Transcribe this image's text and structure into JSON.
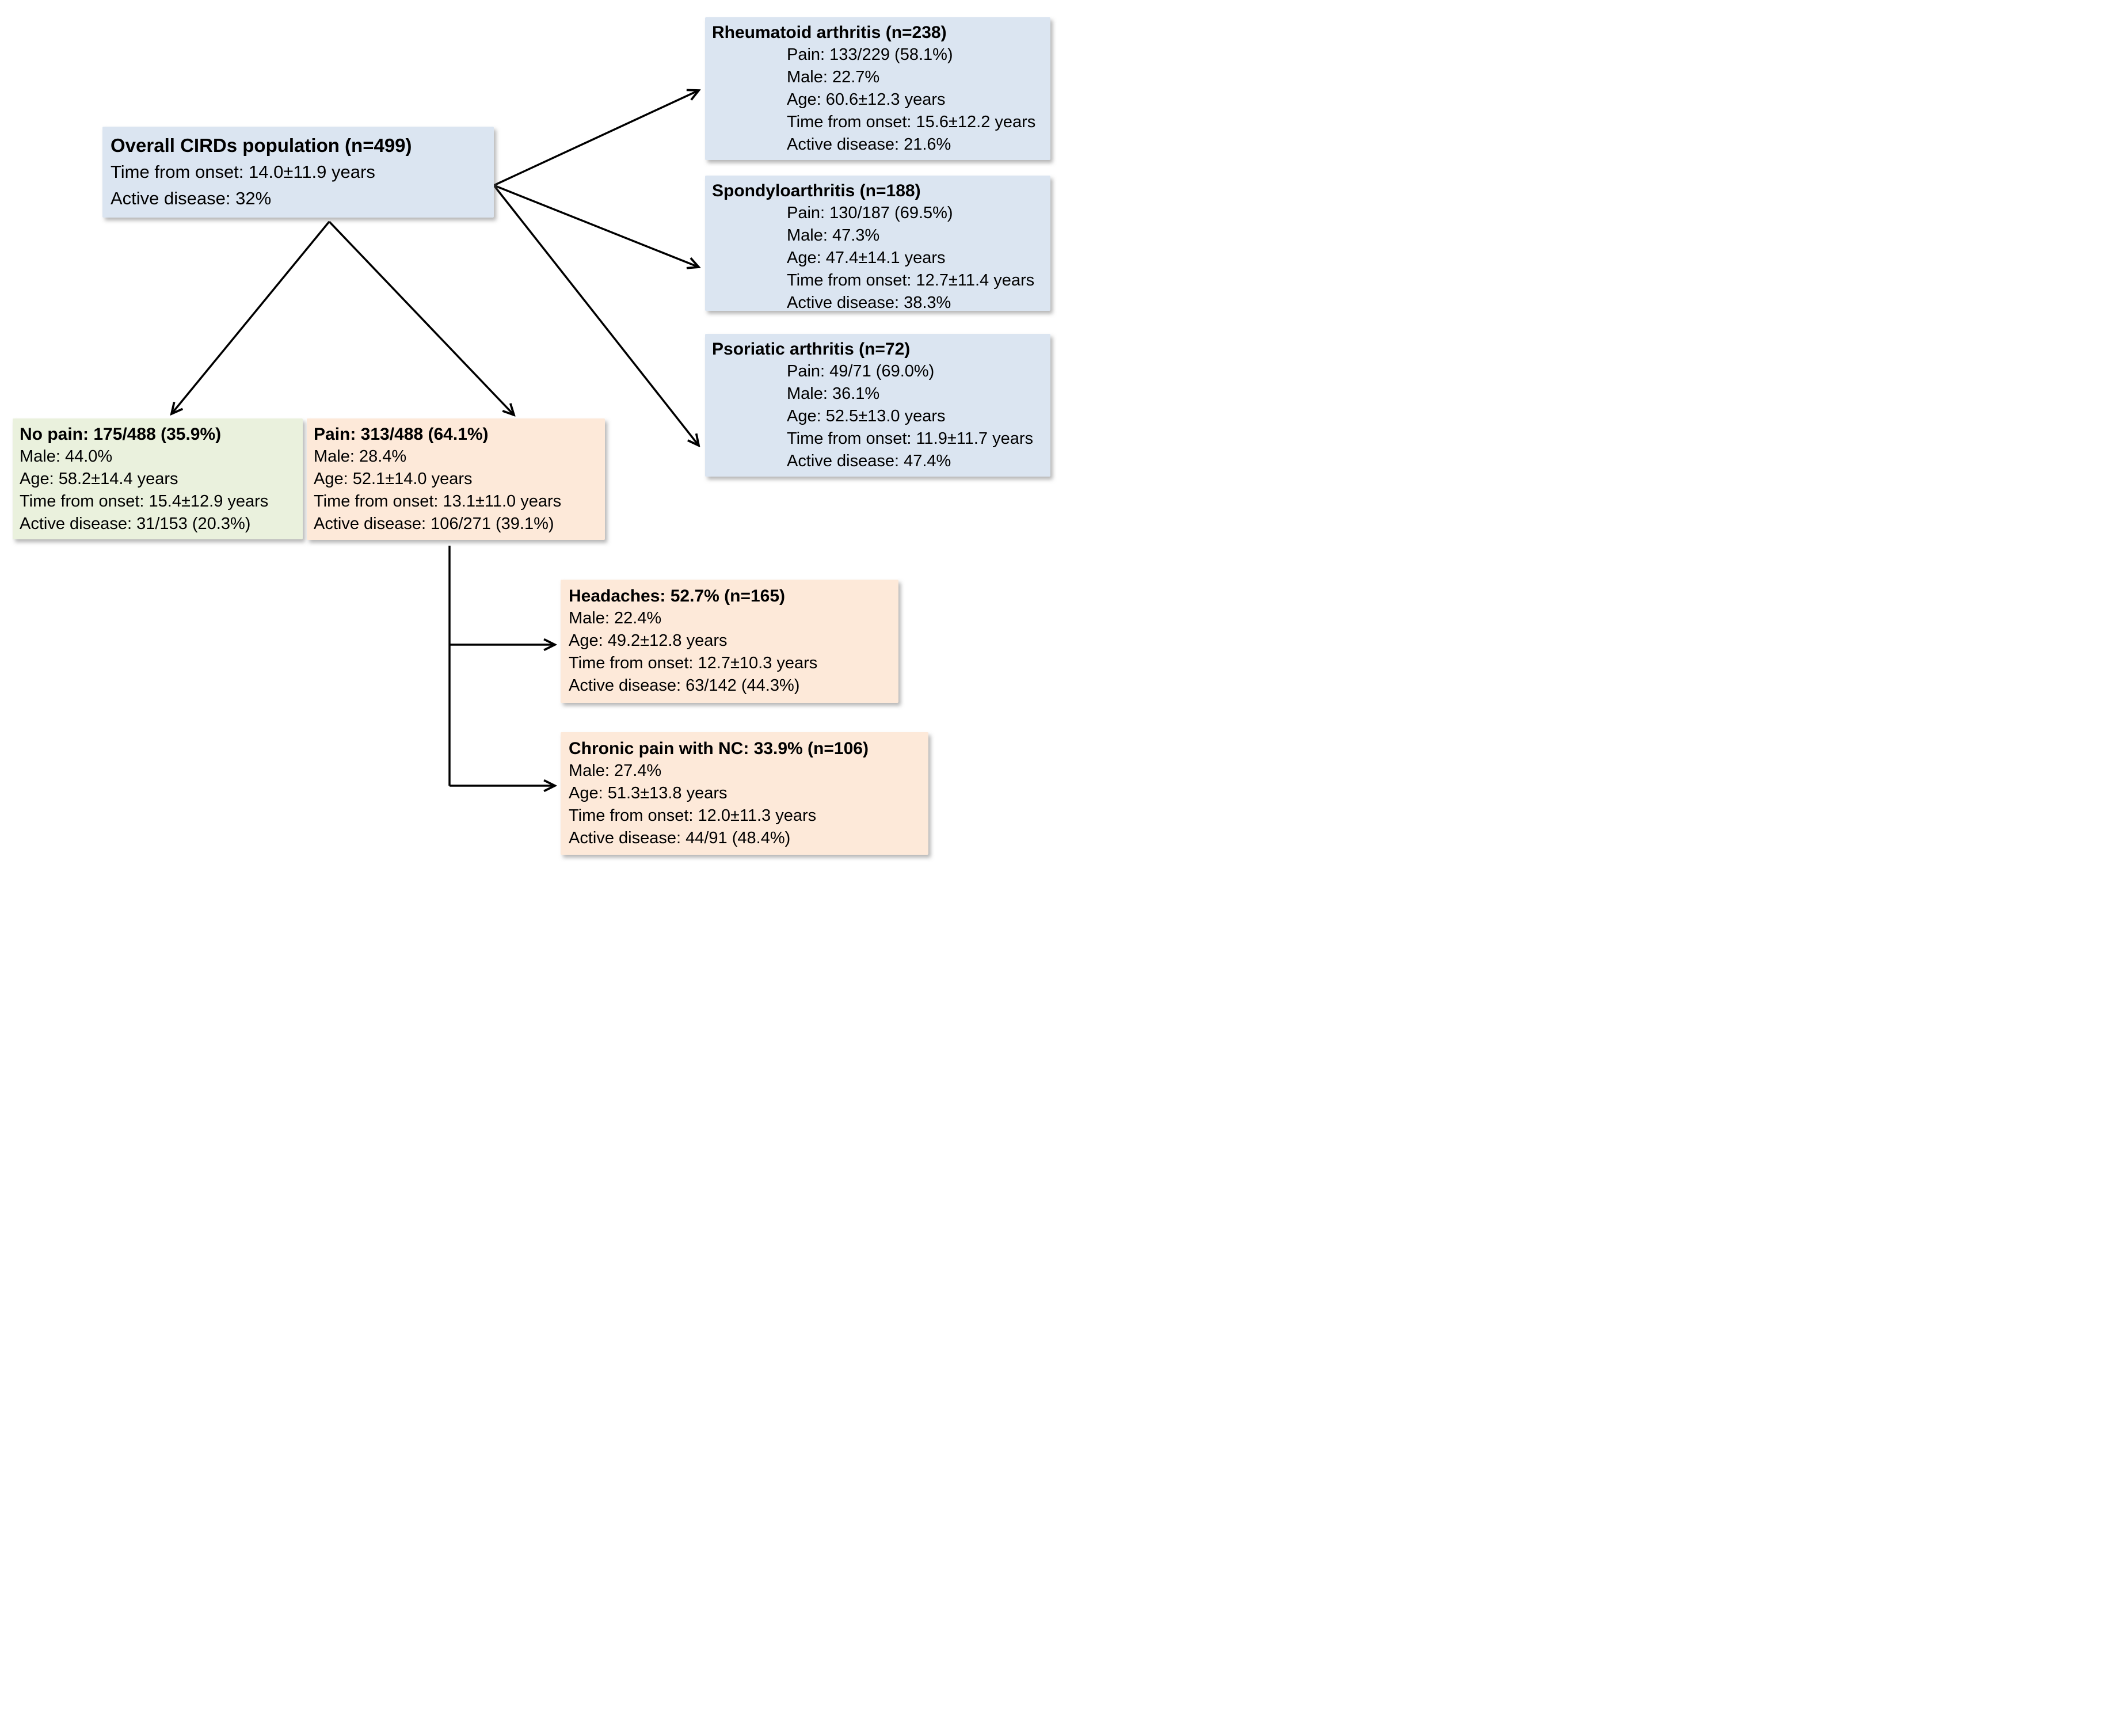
{
  "colors": {
    "background": "#ffffff",
    "blue_fill": "#dbe5f1",
    "green_fill": "#eaf1dd",
    "peach_fill": "#fde9d9",
    "text": "#000000",
    "arrow": "#000000"
  },
  "boxes": {
    "overall": {
      "title": "Overall CIRDs population (n=499)",
      "lines": [
        "Time from onset: 14.0±11.9 years",
        "Active disease: 32%"
      ]
    },
    "rheumatoid": {
      "title": "Rheumatoid arthritis (n=238)",
      "lines": [
        "Pain: 133/229 (58.1%)",
        "Male: 22.7%",
        "Age: 60.6±12.3 years",
        "Time from onset: 15.6±12.2 years",
        "Active disease: 21.6%"
      ]
    },
    "spondylo": {
      "title": "Spondyloarthritis (n=188)",
      "lines": [
        "Pain: 130/187 (69.5%)",
        "Male: 47.3%",
        "Age: 47.4±14.1 years",
        "Time from onset: 12.7±11.4 years",
        "Active disease: 38.3%"
      ]
    },
    "psoriatic": {
      "title": "Psoriatic arthritis (n=72)",
      "lines": [
        "Pain: 49/71 (69.0%)",
        "Male: 36.1%",
        "Age: 52.5±13.0 years",
        "Time from onset: 11.9±11.7 years",
        "Active disease: 47.4%"
      ]
    },
    "no_pain": {
      "title": "No pain: 175/488 (35.9%)",
      "lines": [
        "Male: 44.0%",
        "Age: 58.2±14.4 years",
        "Time from onset: 15.4±12.9 years",
        "Active disease: 31/153 (20.3%)"
      ]
    },
    "pain": {
      "title": "Pain: 313/488 (64.1%)",
      "lines": [
        "Male: 28.4%",
        "Age: 52.1±14.0 years",
        "Time from onset: 13.1±11.0 years",
        "Active disease: 106/271 (39.1%)"
      ]
    },
    "headaches": {
      "title": "Headaches: 52.7% (n=165)",
      "lines": [
        "Male: 22.4%",
        "Age: 49.2±12.8 years",
        "Time from onset: 12.7±10.3 years",
        "Active disease: 63/142 (44.3%)"
      ]
    },
    "chronic": {
      "title": "Chronic pain with NC: 33.9% (n=106)",
      "lines": [
        "Male: 27.4%",
        "Age: 51.3±13.8 years",
        "Time from onset: 12.0±11.3 years",
        "Active disease: 44/91 (48.4%)"
      ]
    }
  }
}
